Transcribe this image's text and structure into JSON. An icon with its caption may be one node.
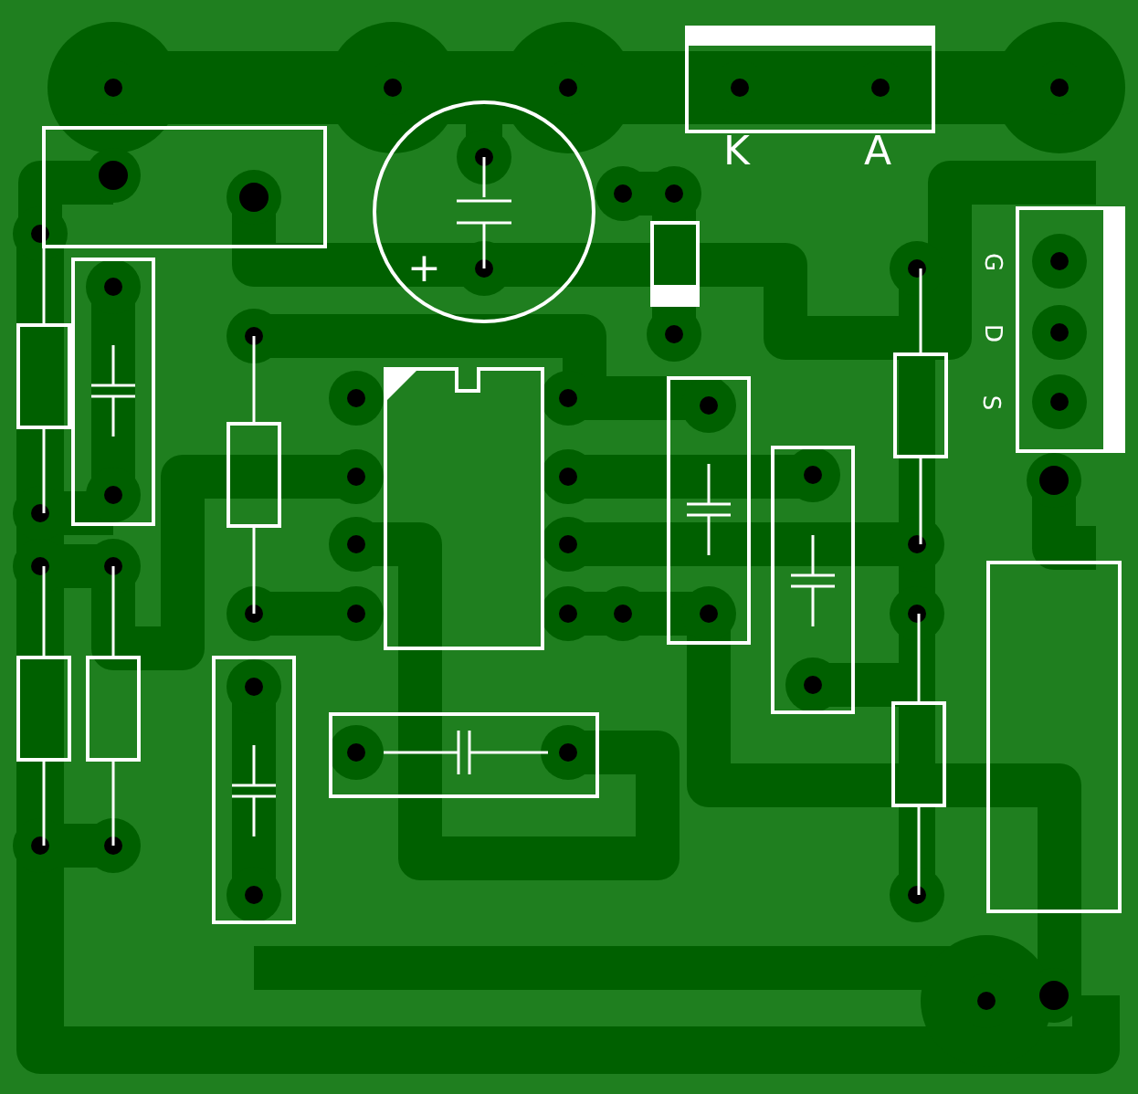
{
  "diagram": {
    "labels": [
      "K",
      "A",
      "+",
      "G",
      "D",
      "S"
    ]
  }
}
